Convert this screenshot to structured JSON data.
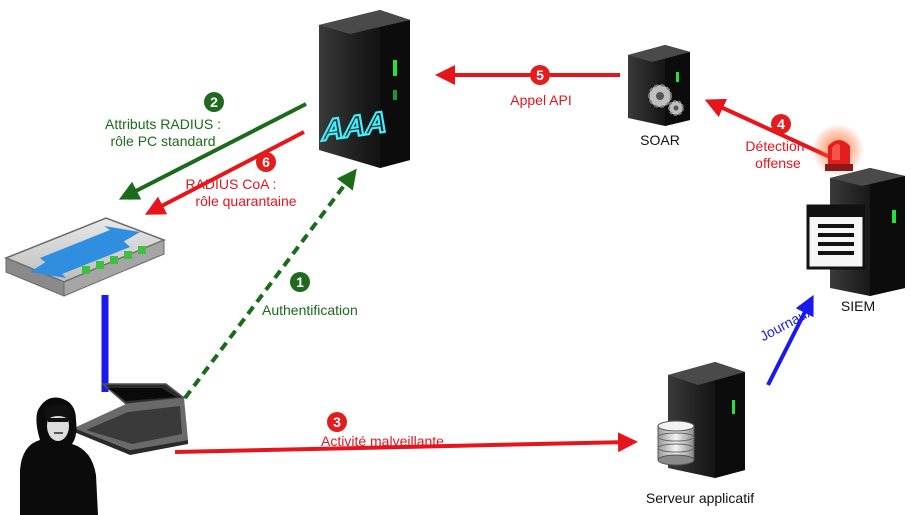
{
  "colors": {
    "green": "#1a6b1a",
    "red": "#e8141c",
    "blue": "#1a1aee",
    "badge_green": "#1f6a1f",
    "badge_red": "#e31d1d"
  },
  "nodes": {
    "aaa": {
      "label": "AAA",
      "icon": "server-icon"
    },
    "soar": {
      "label": "SOAR",
      "icon": "server-gear-icon"
    },
    "siem": {
      "label": "SIEM",
      "icon": "server-log-icon"
    },
    "switch": {
      "icon": "network-switch-icon"
    },
    "attacker": {
      "icon": "hooded-attacker-icon"
    },
    "laptop": {
      "icon": "laptop-icon"
    },
    "app_server": {
      "label": "Serveur applicatif",
      "icon": "database-server-icon"
    },
    "alarm": {
      "icon": "alarm-light-icon"
    }
  },
  "steps": [
    {
      "num": "1",
      "label": "Authentification"
    },
    {
      "num": "2",
      "label_line1": "Attributs RADIUS :",
      "label_line2": "rôle PC standard"
    },
    {
      "num": "3",
      "label": "Activité malveillante"
    },
    {
      "num": "4",
      "label_line1": "Détection",
      "label_line2": "offense"
    },
    {
      "num": "5",
      "label": "Appel API"
    },
    {
      "num": "6",
      "label_line1": "RADIUS CoA :",
      "label_line2": "rôle quarantaine"
    }
  ],
  "flows": {
    "logs_label": "Journaux"
  }
}
